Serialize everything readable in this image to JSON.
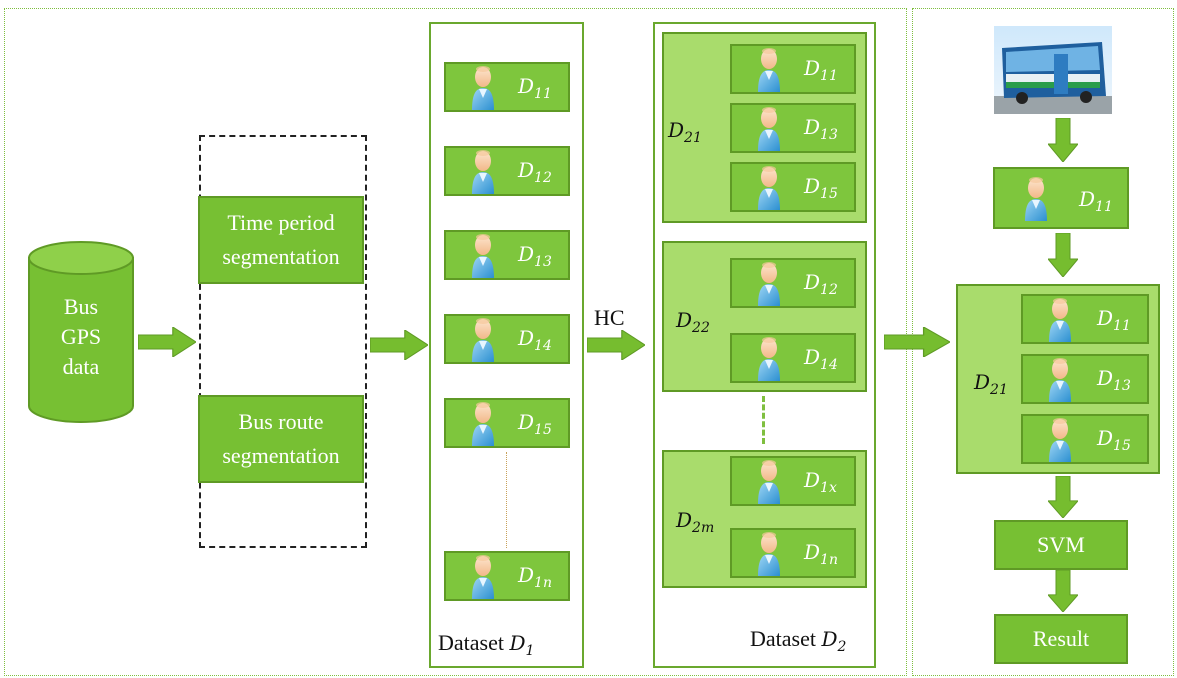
{
  "storage": {
    "line1": "Bus",
    "line2": "GPS",
    "line3": "data"
  },
  "segmentation": {
    "time": "Time period segmentation",
    "route": "Bus route segmentation"
  },
  "dataset1": {
    "caption_prefix": "Dataset ",
    "caption_var": "D",
    "caption_sub": "1",
    "items": [
      {
        "var": "D",
        "sub": "11"
      },
      {
        "var": "D",
        "sub": "12"
      },
      {
        "var": "D",
        "sub": "13"
      },
      {
        "var": "D",
        "sub": "14"
      },
      {
        "var": "D",
        "sub": "15"
      },
      {
        "var": "D",
        "sub": "1n"
      }
    ]
  },
  "hc_label": "HC",
  "dataset2": {
    "caption_prefix": "Dataset ",
    "caption_var": "D",
    "caption_sub": "2",
    "clusters": [
      {
        "var": "D",
        "sub": "21",
        "items": [
          {
            "var": "D",
            "sub": "11"
          },
          {
            "var": "D",
            "sub": "13"
          },
          {
            "var": "D",
            "sub": "15"
          }
        ]
      },
      {
        "var": "D",
        "sub": "22",
        "items": [
          {
            "var": "D",
            "sub": "12"
          },
          {
            "var": "D",
            "sub": "14"
          }
        ]
      },
      {
        "var": "D",
        "sub": "2m",
        "items": [
          {
            "var": "D",
            "sub": "1x"
          },
          {
            "var": "D",
            "sub": "1n"
          }
        ]
      }
    ]
  },
  "right": {
    "input": {
      "var": "D",
      "sub": "11"
    },
    "cluster": {
      "var": "D",
      "sub": "21",
      "items": [
        {
          "var": "D",
          "sub": "11"
        },
        {
          "var": "D",
          "sub": "13"
        },
        {
          "var": "D",
          "sub": "15"
        }
      ]
    },
    "svm": "SVM",
    "result": "Result"
  },
  "colors": {
    "green": "#77c033",
    "light_green": "#a9dc6c",
    "border": "#5f9a25",
    "arrow": "#76bd2f"
  },
  "icons": {
    "person": "person-icon",
    "bus": "bus-photo-icon"
  }
}
